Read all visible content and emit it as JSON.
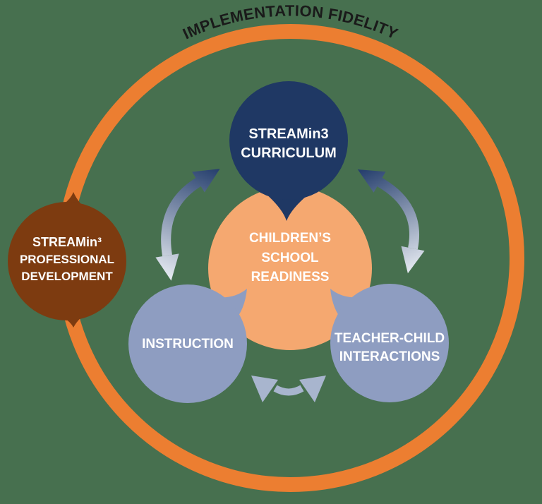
{
  "title": {
    "text": "IMPLEMENTATION FIDELITY"
  },
  "colors": {
    "background": "#47704F",
    "ring": "#EC7E31",
    "center_circle": "#F5A870",
    "curriculum_circle": "#1F3864",
    "pd_circle": "#7D3B10",
    "satellite_circle": "#8E9DC1",
    "bottom_arrow": "#A8B5CE",
    "arrow_dark": "#27406E",
    "arrow_light": "#E9EDF4",
    "label_text": "#FFFFFF",
    "title_text": "#1A1A1A"
  },
  "nodes": {
    "curriculum": {
      "line1": "STREAMin3",
      "line2": "CURRICULUM"
    },
    "readiness": {
      "line1": "CHILDREN’S",
      "line2": "SCHOOL",
      "line3": "READINESS"
    },
    "professional_development": {
      "line1": "STREAMin³",
      "line2": "PROFESSIONAL",
      "line3": "DEVELOPMENT"
    },
    "instruction": {
      "line1": "INSTRUCTION"
    },
    "teacher_child": {
      "line1": "TEACHER-CHILD",
      "line2": "INTERACTIONS"
    }
  }
}
